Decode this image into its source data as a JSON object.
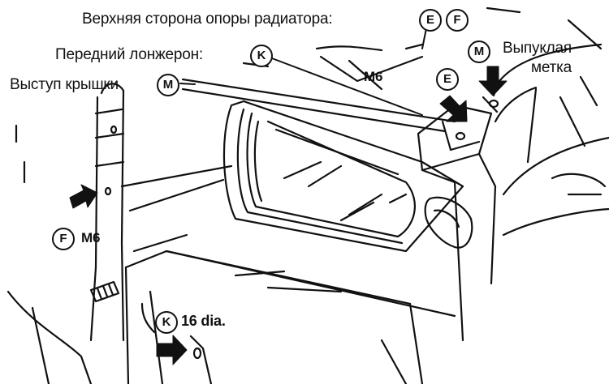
{
  "labels": {
    "radiator_support_upper": "Верхняя сторона опоры радиатора:",
    "front_side_member": "Передний лонжерон:",
    "hood_ledge": "Выступ крышки",
    "convex_mark_line1": "Выпуклая",
    "convex_mark_line2": "метка",
    "bolt_m6_top": "M6",
    "bolt_m6_left": "M6",
    "hole_16_dia": "16 dia."
  },
  "markers": {
    "e_top": "E",
    "f_top": "F",
    "k_top": "K",
    "m_ledge": "M",
    "m_mark": "M",
    "e_mid": "E",
    "f_left": "F",
    "k_bottom": "K"
  },
  "colors": {
    "ink": "#111111",
    "paper": "#ffffff"
  },
  "icons": {
    "arrow": "solid-black-arrow",
    "marker": "circled-letter"
  }
}
